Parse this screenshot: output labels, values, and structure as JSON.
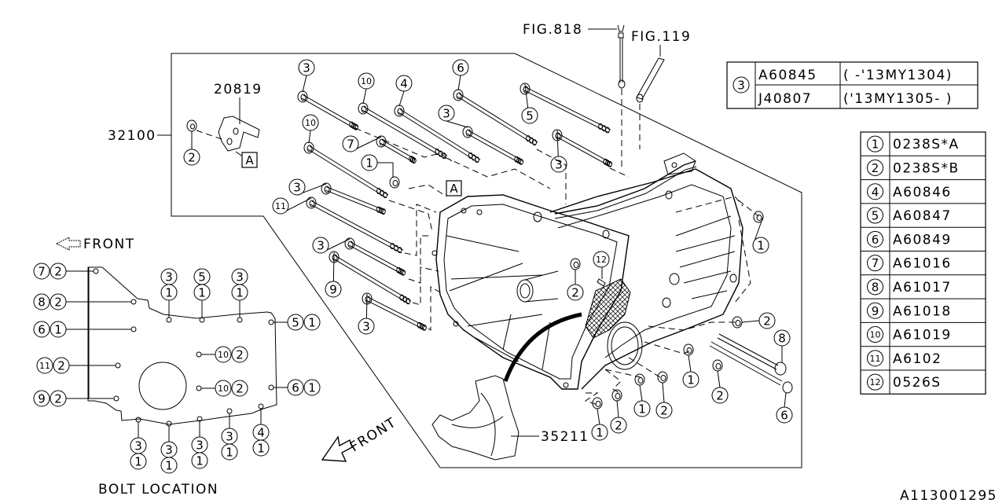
{
  "figure": {
    "title": "Transmission case exploded view",
    "figure_id": "A113001295"
  },
  "references": [
    {
      "label": "FIG.818"
    },
    {
      "label": "FIG.119"
    }
  ],
  "part_labels": {
    "case_assembly": "32100",
    "bracket": "20819",
    "cover": "35211",
    "view_marker": "A"
  },
  "front_labels": {
    "bolt_location_front": "FRONT",
    "main_front": "FRONT"
  },
  "bolt_location": {
    "title": "BOLT LOCATION",
    "left_callouts": [
      {
        "bolt": "7",
        "count": "2"
      },
      {
        "bolt": "8",
        "count": "2"
      },
      {
        "bolt": "6",
        "count": "1"
      },
      {
        "bolt": "11",
        "count": "2"
      },
      {
        "bolt": "9",
        "count": "2"
      }
    ],
    "top_callouts": [
      {
        "bolt": "3",
        "count": "1"
      },
      {
        "bolt": "5",
        "count": "1"
      },
      {
        "bolt": "3",
        "count": "1"
      }
    ],
    "right_callouts": [
      {
        "bolt": "5",
        "count": "1"
      },
      {
        "bolt": "6",
        "count": "1"
      }
    ],
    "inner_callouts": [
      {
        "bolt": "10",
        "count": "2"
      },
      {
        "bolt": "10",
        "count": "2"
      }
    ],
    "bottom_callouts": [
      {
        "bolt": "3",
        "count": "1"
      },
      {
        "bolt": "3",
        "count": "1"
      },
      {
        "bolt": "3",
        "count": "1"
      },
      {
        "bolt": "3",
        "count": "1"
      },
      {
        "bolt": "4",
        "count": "1"
      }
    ]
  },
  "callouts": {
    "bracket_nut": "2",
    "bolt_top_1": "3",
    "bolt_top_2": "10",
    "bolt_top_3": "4",
    "bolt_top_4": "6",
    "bolt_top_5": "3",
    "bolt_top_6": "5",
    "bolt_top_7": "3",
    "bolt_mid_1": "10",
    "bolt_mid_2": "7",
    "nut_mid": "1",
    "bolt_left_1": "3",
    "bolt_left_2": "11",
    "bolt_left_3": "3",
    "bolt_left_4": "9",
    "bolt_left_5": "3",
    "nut_right_top": "1",
    "pin": "12",
    "nut_center": "2",
    "nut_right_1": "2",
    "bolt_right_8": "8",
    "bolt_right_6": "6",
    "nut_low_1": "1",
    "nut_low_2": "2",
    "nut_low_3": "1",
    "nut_low_4": "2",
    "nut_low_5": "1",
    "nut_low_6": "2"
  },
  "variant_table": {
    "key": "3",
    "rows": [
      {
        "part": "A60845",
        "applicability": "( -'13MY1304)"
      },
      {
        "part": "J40807",
        "applicability": "('13MY1305- )"
      }
    ]
  },
  "parts_table": [
    {
      "key": "1",
      "part": "0238S*A"
    },
    {
      "key": "2",
      "part": "0238S*B"
    },
    {
      "key": "4",
      "part": "A60846"
    },
    {
      "key": "5",
      "part": "A60847"
    },
    {
      "key": "6",
      "part": "A60849"
    },
    {
      "key": "7",
      "part": "A61016"
    },
    {
      "key": "8",
      "part": "A61017"
    },
    {
      "key": "9",
      "part": "A61018"
    },
    {
      "key": "10",
      "part": "A61019"
    },
    {
      "key": "11",
      "part": "A6102"
    },
    {
      "key": "12",
      "part": "0526S"
    }
  ]
}
